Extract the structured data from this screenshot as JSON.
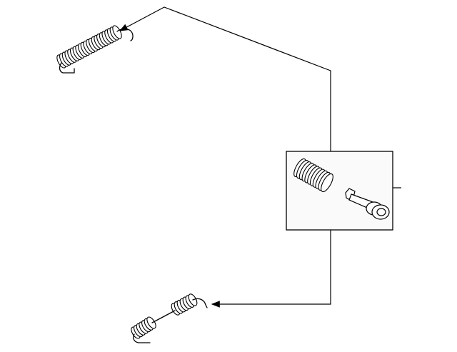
{
  "diagram": {
    "background": "#ffffff",
    "line_color": "#000000",
    "coil_fill": "#ffffff",
    "panel_fill": "#fafafa",
    "parts": [
      {
        "name": "upper-return-spring",
        "icon": "coil-spring-icon"
      },
      {
        "name": "lower-double-spring",
        "icon": "coil-spring-icon"
      },
      {
        "name": "hardware-kit-spring",
        "icon": "coil-spring-icon"
      },
      {
        "name": "hardware-kit-hold-down-pin",
        "icon": "pin-icon"
      }
    ]
  }
}
